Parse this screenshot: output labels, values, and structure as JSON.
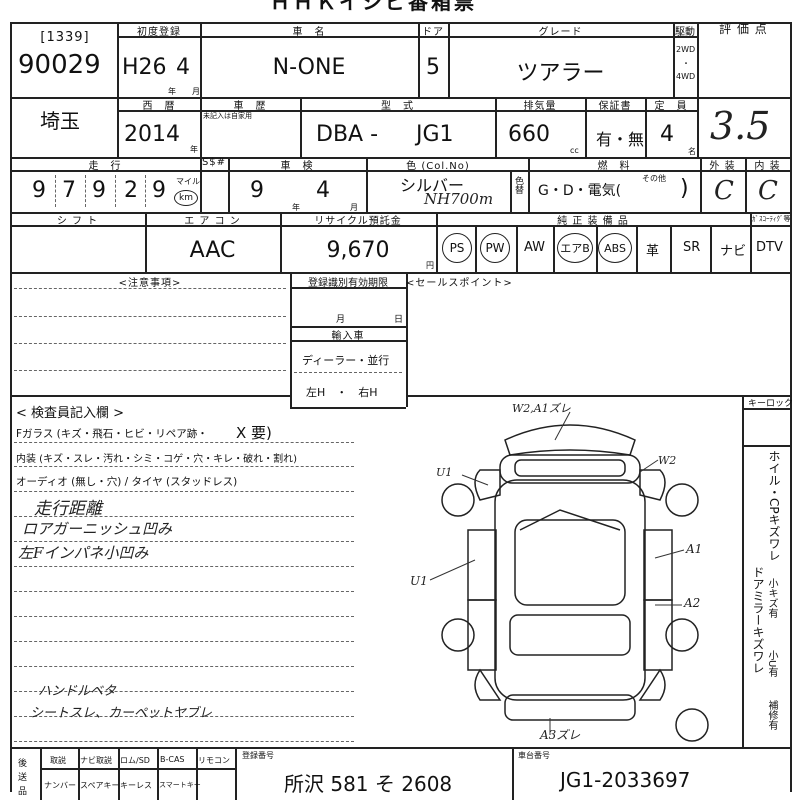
{
  "header_title": "ＨＨＫイシビ番箱票",
  "lot": {
    "label": "[1339]",
    "number": "90029"
  },
  "first_reg": {
    "label": "初度登録",
    "value": "H26",
    "month": "4",
    "year_unit": "年",
    "month_unit": "月"
  },
  "car_name": {
    "label": "車　名",
    "value": "N-ONE"
  },
  "doors": {
    "label": "ドア",
    "value": "5"
  },
  "grade": {
    "label": "グレード",
    "value": "ツアラー"
  },
  "drive": {
    "label": "駆動",
    "opt1": "2WD",
    "sep": "・",
    "opt2": "4WD"
  },
  "eval_point": {
    "label": "評 価 点",
    "value": "3.5"
  },
  "prefecture": "埼玉",
  "western_year": {
    "label": "西　暦",
    "value": "2014",
    "unit": "年"
  },
  "history": {
    "label": "車　歴",
    "note": "未記入は自家用"
  },
  "model": {
    "label": "型　式",
    "prefix": "DBA -",
    "code": "JG1"
  },
  "displacement": {
    "label": "排気量",
    "value": "660",
    "unit": "cc"
  },
  "warranty": {
    "label": "保証書",
    "value": "有・無"
  },
  "capacity": {
    "label": "定　員",
    "value": "4",
    "unit": "名"
  },
  "mileage": {
    "label": "走　行",
    "digits": [
      "9",
      "7",
      "9",
      "2",
      "9"
    ],
    "unit_top": "マイル",
    "unit_circled": "km"
  },
  "sr": {
    "label": "S$#"
  },
  "inspection": {
    "label": "車　検",
    "year": "9",
    "month": "4",
    "year_unit": "年",
    "month_unit": "月"
  },
  "color": {
    "label": "色 (Col.No)",
    "name": "シルバー",
    "code": "NH700m",
    "repaint_label": "色替"
  },
  "fuel": {
    "label": "燃　料",
    "value": "G・D・電気(",
    "other": "その他",
    "close": ")"
  },
  "exterior": {
    "label": "外 装",
    "grade": "C"
  },
  "interior": {
    "label": "内 装",
    "grade": "C"
  },
  "shift": {
    "label": "シ フ ト"
  },
  "aircon": {
    "label": "エ ア コ ン",
    "value": "AAC"
  },
  "recycle": {
    "label": "リサイクル預託金",
    "value": "9,670",
    "unit": "円"
  },
  "equipment": {
    "label": "純 正 装 備 品",
    "items": [
      {
        "text": "PS",
        "circled": true
      },
      {
        "text": "PW",
        "circled": true
      },
      {
        "text": "AW",
        "circled": false
      },
      {
        "text": "エアB",
        "circled": true
      },
      {
        "text": "ABS",
        "circled": true
      },
      {
        "text": "革",
        "circled": false
      },
      {
        "text": "SR",
        "circled": false
      },
      {
        "text": "ナビ",
        "circled": false
      },
      {
        "text": "DTV",
        "circled": false
      }
    ],
    "extra_label": "ｶﾞｽｺｰﾃｨｸﾞ等"
  },
  "notes_label": "<注意事項>",
  "reg_expiry": {
    "label": "登録識別有効期限",
    "month": "月",
    "day": "日"
  },
  "import": {
    "label": "輸入車",
    "value": "ディーラー・並行"
  },
  "handle": {
    "value": "左H　・　右H"
  },
  "sales_label": "<セールスポイント>",
  "inspector": {
    "label": "< 検査員記入欄 >",
    "lines": [
      {
        "text": "Fガラス (キズ・飛石・ヒビ・リペア跡・",
        "extra": "X 要)"
      },
      {
        "text": "内装 (キズ・スレ・汚れ・シミ・コゲ・穴・キレ・破れ・割れ)"
      },
      {
        "text": "オーディオ (無し・穴) / タイヤ (スタッドレス)"
      }
    ],
    "hand_notes": [
      "走行距離",
      "ロアガーニッシュ凹み",
      "左Fインパネ小凹み"
    ],
    "hand_notes2": [
      "ハンドルベタ",
      "シートスレ、カーペットヤブレ"
    ]
  },
  "diagram_marks": {
    "top": "W2,A1ズレ",
    "left_top": "U1",
    "right_top": "W2",
    "left_mid": "U1",
    "right_a1": "A1",
    "right_a2": "A2",
    "bottom": "A3ズレ"
  },
  "key_label": "キーロック",
  "side_text": "ホイル・CPキズワレ",
  "side_text2": "ドアミラーキズワレ",
  "side_notes": [
    "小キズ有",
    "小U有",
    "補修有"
  ],
  "footer": {
    "row_label": "後",
    "row_label2": "送",
    "row_label3": "品",
    "items_top": [
      "取説",
      "ナビ取説",
      "ロム/SD",
      "B-CAS",
      "リモコン"
    ],
    "items_bottom": [
      "ナンバー",
      "スペアキー",
      "キーレス",
      "スマートキー"
    ],
    "plate_label": "登録番号",
    "plate": "所沢 581 そ 2608",
    "chassis_label": "車台番号",
    "chassis": "JG1-2033697"
  },
  "colors": {
    "line": "#222222",
    "paper": "#ffffff"
  }
}
